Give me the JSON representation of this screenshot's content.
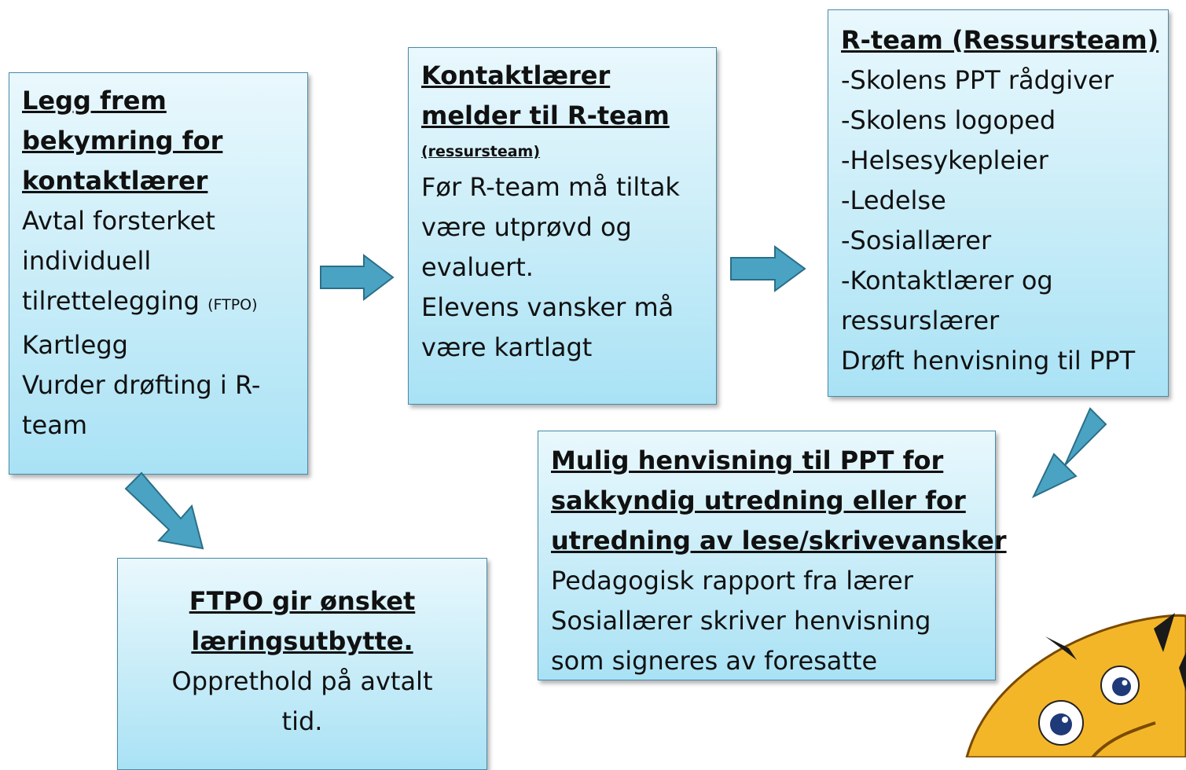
{
  "boxes": {
    "b1": {
      "title": [
        "Legg frem",
        "bekymring for",
        "kontaktlærer"
      ],
      "body": [
        "Avtal forsterket",
        "individuell",
        "tilrettelegging",
        "Kartlegg",
        "Vurder drøfting i R-",
        "team"
      ],
      "body_small": "(FTPO)"
    },
    "b2": {
      "title": [
        "Kontaktlærer",
        "melder til R-team"
      ],
      "subtitle": "(ressursteam)",
      "body": [
        "Før R-team må tiltak",
        "være utprøvd og",
        "evaluert.",
        "Elevens vansker må",
        "være kartlagt"
      ]
    },
    "b3": {
      "title": "R-team (Ressursteam)",
      "body": [
        "-Skolens PPT rådgiver",
        "-Skolens logoped",
        "-Helsesykepleier",
        "-Ledelse",
        "-Sosiallærer",
        "-Kontaktlærer og",
        "ressurslærer",
        "Drøft henvisning til PPT"
      ]
    },
    "b4": {
      "title": [
        "Mulig henvisning til PPT for",
        "sakkyndig utredning eller for",
        "utredning av lese/skrivevansker"
      ],
      "body": [
        "Pedagogisk rapport fra lærer",
        "Sosiallærer skriver henvisning",
        "som signeres av foresatte"
      ]
    },
    "b5": {
      "title": [
        "FTPO gir ønsket",
        "læringsutbytte."
      ],
      "body": [
        "Opprethold på avtalt",
        "tid."
      ]
    }
  },
  "colors": {
    "box_fill": "#c7ecf8",
    "box_border": "#4a8aa8",
    "arrow_fill": "#4aa3c2",
    "arrow_stroke": "#2b6f88"
  },
  "icons": {
    "mascot": "tiger-mascot"
  }
}
